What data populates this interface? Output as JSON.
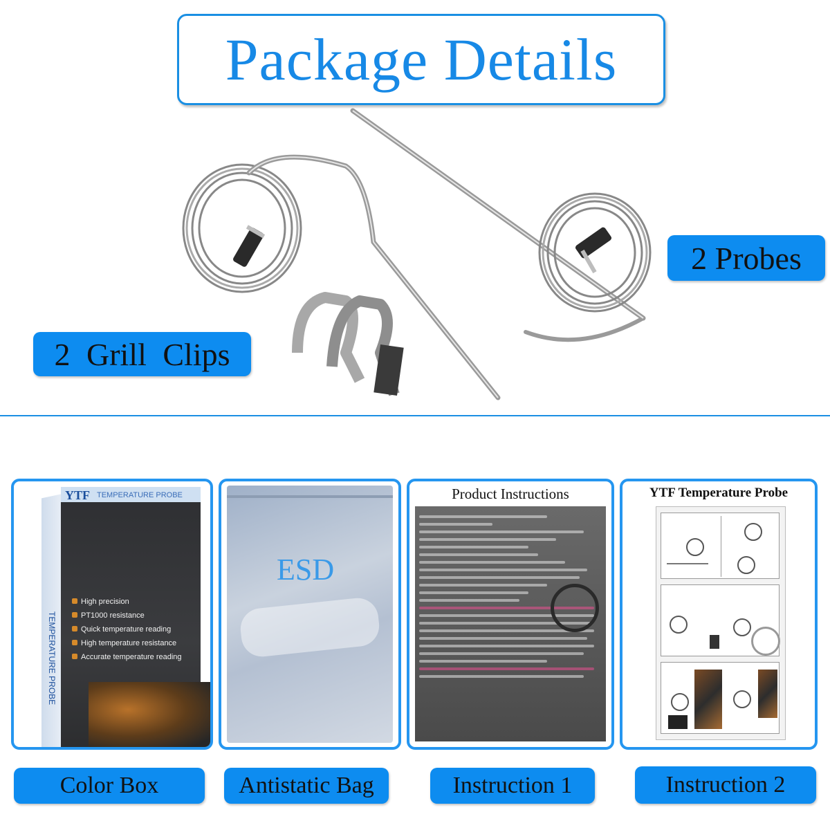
{
  "title": "Package Details",
  "labels": {
    "probes": "2 Probes",
    "grill_clips": "2  Grill  Clips"
  },
  "items": [
    {
      "caption": "Color Box"
    },
    {
      "caption": "Antistatic Bag"
    },
    {
      "caption": "Instruction 1"
    },
    {
      "caption": "Instruction 2"
    }
  ],
  "color_box": {
    "brand": "YTF",
    "product": "TEMPERATURE PROBE",
    "features": [
      "High precision",
      "PT1000 resistance",
      "Quick temperature reading",
      "High temperature resistance",
      "Accurate temperature reading"
    ]
  },
  "bag": {
    "text": "ESD"
  },
  "instruction1": {
    "heading": "Product Instructions"
  },
  "instruction2": {
    "heading": "YTF Temperature Probe"
  },
  "colors": {
    "accent": "#0d8cf0",
    "title": "#1789e6"
  }
}
